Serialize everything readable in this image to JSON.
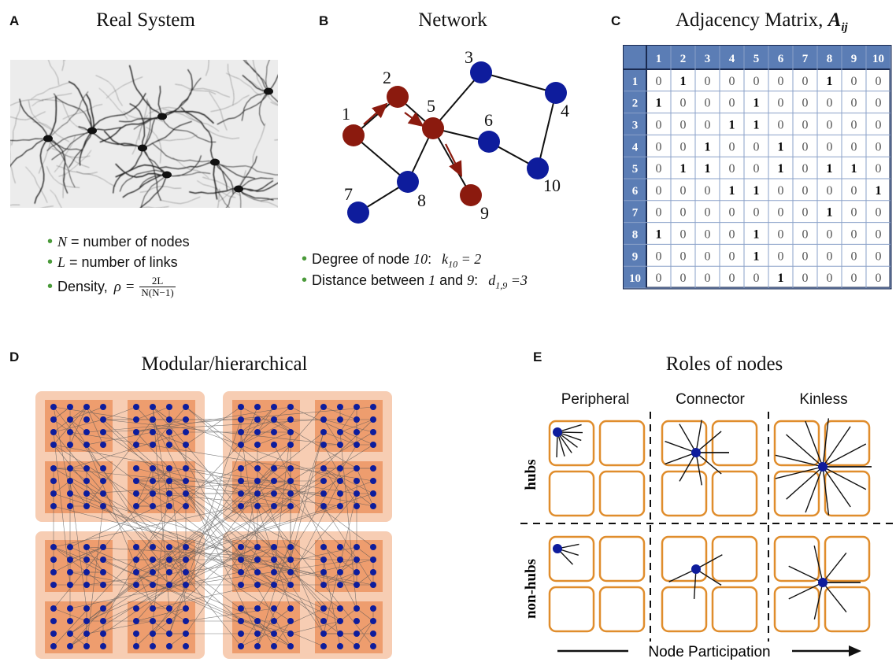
{
  "panel_a": {
    "letter": "A",
    "title": "Real System",
    "bullets": [
      {
        "sym": "N",
        "text": " = number of nodes"
      },
      {
        "sym": "L",
        "text": " = number of links"
      }
    ],
    "density_label": "Density,",
    "density_rho": "ρ =",
    "density_num": "2L",
    "density_den": "N(N−1)"
  },
  "panel_b": {
    "letter": "B",
    "title": "Network",
    "node_labels": [
      "1",
      "2",
      "3",
      "4",
      "5",
      "6",
      "7",
      "8",
      "9",
      "10"
    ],
    "degree_text": "Degree of node ",
    "degree_node": "10",
    "degree_colon": ":",
    "degree_k": "k",
    "degree_sub": "10",
    "degree_val": " = 2",
    "dist_text1": "Distance between ",
    "dist_a": "1",
    "dist_and": " and ",
    "dist_b": "9",
    "dist_colon": ":",
    "dist_d": "d",
    "dist_sub": "1,9",
    "dist_val": " =3"
  },
  "panel_c": {
    "letter": "C",
    "title": "Adjacency Matrix, ",
    "title_sym": "A",
    "title_sub": "ij",
    "headers": [
      "1",
      "2",
      "3",
      "4",
      "5",
      "6",
      "7",
      "8",
      "9",
      "10"
    ],
    "rows": [
      [
        0,
        1,
        0,
        0,
        0,
        0,
        0,
        1,
        0,
        0
      ],
      [
        1,
        0,
        0,
        0,
        1,
        0,
        0,
        0,
        0,
        0
      ],
      [
        0,
        0,
        0,
        1,
        1,
        0,
        0,
        0,
        0,
        0
      ],
      [
        0,
        0,
        1,
        0,
        0,
        1,
        0,
        0,
        0,
        0
      ],
      [
        0,
        1,
        1,
        0,
        0,
        1,
        0,
        1,
        1,
        0
      ],
      [
        0,
        0,
        0,
        1,
        1,
        0,
        0,
        0,
        0,
        1
      ],
      [
        0,
        0,
        0,
        0,
        0,
        0,
        0,
        1,
        0,
        0
      ],
      [
        1,
        0,
        0,
        0,
        1,
        0,
        0,
        0,
        0,
        0
      ],
      [
        0,
        0,
        0,
        0,
        1,
        0,
        0,
        0,
        0,
        0
      ],
      [
        0,
        0,
        0,
        0,
        0,
        1,
        0,
        0,
        0,
        0
      ]
    ]
  },
  "panel_d": {
    "letter": "D",
    "title": "Modular/hierarchical"
  },
  "panel_e": {
    "letter": "E",
    "title": "Roles of nodes",
    "columns": [
      "Peripheral",
      "Connector",
      "Kinless"
    ],
    "rows": [
      "hubs",
      "non-hubs"
    ],
    "axis_label": "Node Participation"
  },
  "colors": {
    "red_node": "#8b1a0e",
    "blue_node": "#0e1c9c",
    "matrix_header": "#5b7db5",
    "module_outer": "#f7cdb3",
    "module_inner": "#ee9d6e",
    "role_box": "#e08d2c"
  }
}
